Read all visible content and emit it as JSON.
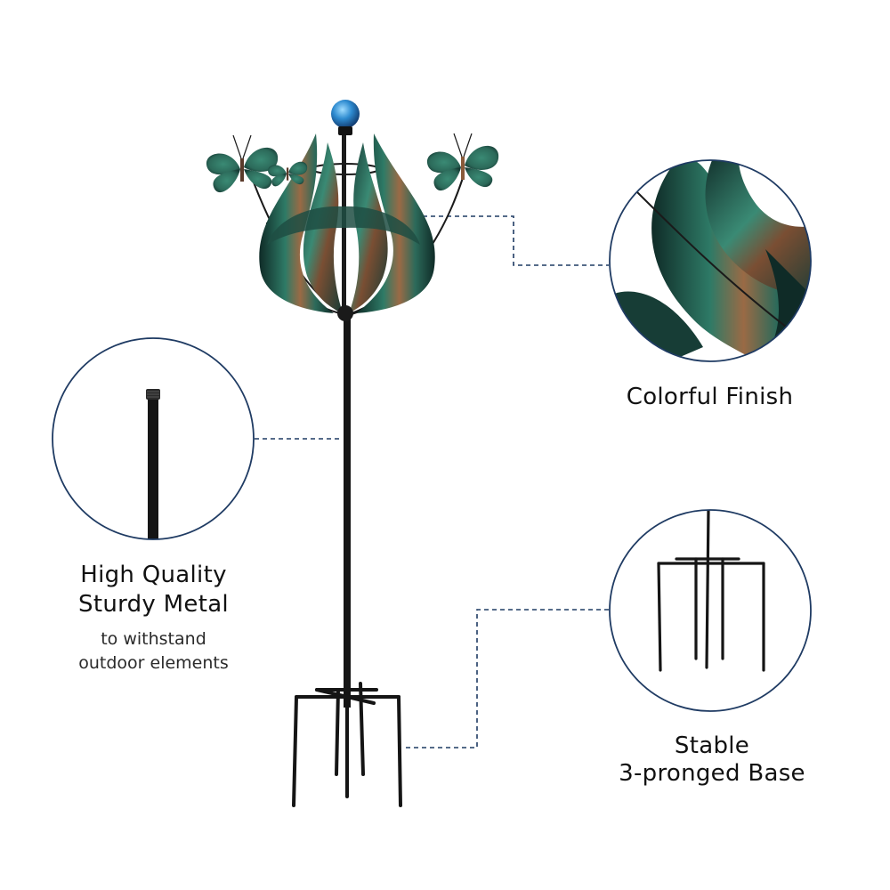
{
  "callouts": {
    "finish": {
      "icon": "metal-ribbon-closeup-icon",
      "line1": "Colorful Finish"
    },
    "metal": {
      "icon": "metal-rod-closeup-icon",
      "line1": "High Quality",
      "line2": "Sturdy Metal",
      "sub1": "to withstand",
      "sub2": "outdoor elements"
    },
    "base": {
      "icon": "three-prong-stake-closeup-icon",
      "line1": "Stable",
      "line2": "3-pronged Base"
    }
  },
  "product": {
    "icon": "wind-spinner-stake-icon"
  },
  "colors": {
    "circle_border": "#1f3b63",
    "dashed_line": "#1f3b63",
    "metal_green": "#2c6a5a",
    "metal_dark": "#0f2b27",
    "bronze": "#8a5a3a",
    "pole": "#151515",
    "globe": "#2e8bd0"
  }
}
